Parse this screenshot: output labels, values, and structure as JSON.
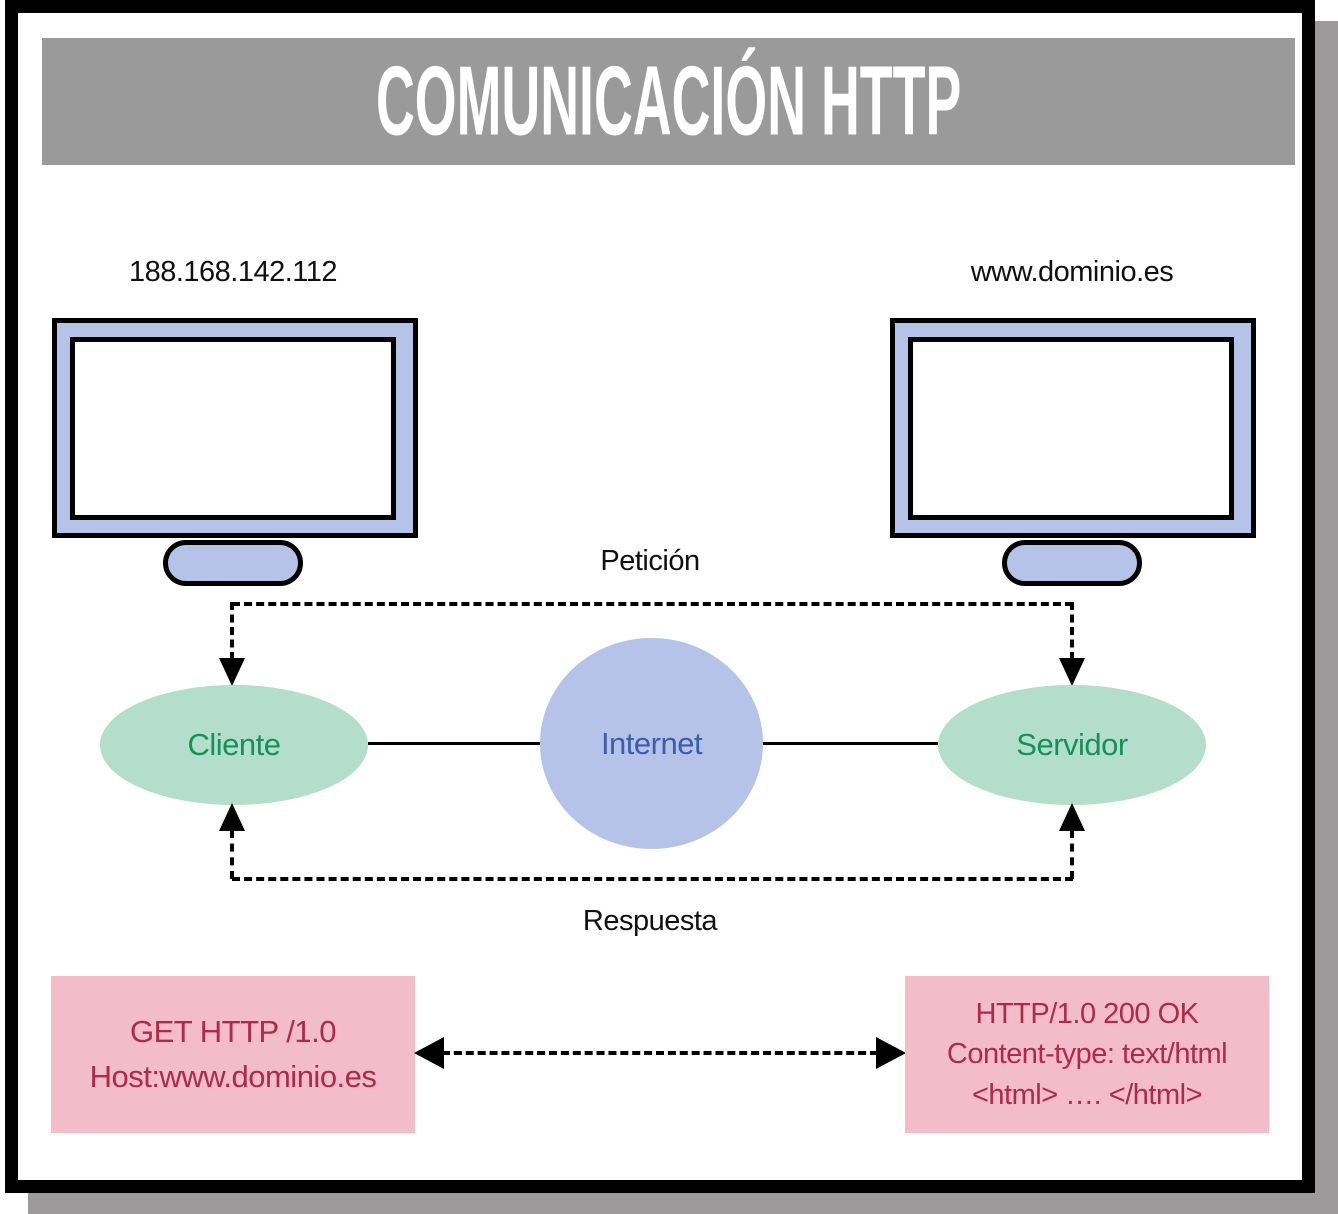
{
  "title": "COMUNICACIÓN HTTP",
  "client": {
    "address": "188.168.142.112",
    "node_label": "Cliente",
    "message": {
      "lines": [
        "GET HTTP /1.0",
        "Host:www.dominio.es"
      ]
    }
  },
  "server": {
    "address": "www.dominio.es",
    "node_label": "Servidor",
    "message": {
      "lines": [
        "HTTP/1.0 200 OK",
        "Content-type: text/html",
        "<html> …. </html>"
      ]
    }
  },
  "internet_label": "Internet",
  "request_label": "Petición",
  "response_label": "Respuesta",
  "colors": {
    "title_bar": "#9a9a9a",
    "card_shadow": "#9d9a9b",
    "monitor_fill": "#b6c3e8",
    "internet_fill": "#b6c3e8",
    "internet_text": "#3d5cab",
    "node_fill": "#b3decb",
    "node_text": "#17915a",
    "message_box_fill": "#f2bdc8",
    "message_text": "#ad2a4a",
    "line_color": "#000000"
  }
}
